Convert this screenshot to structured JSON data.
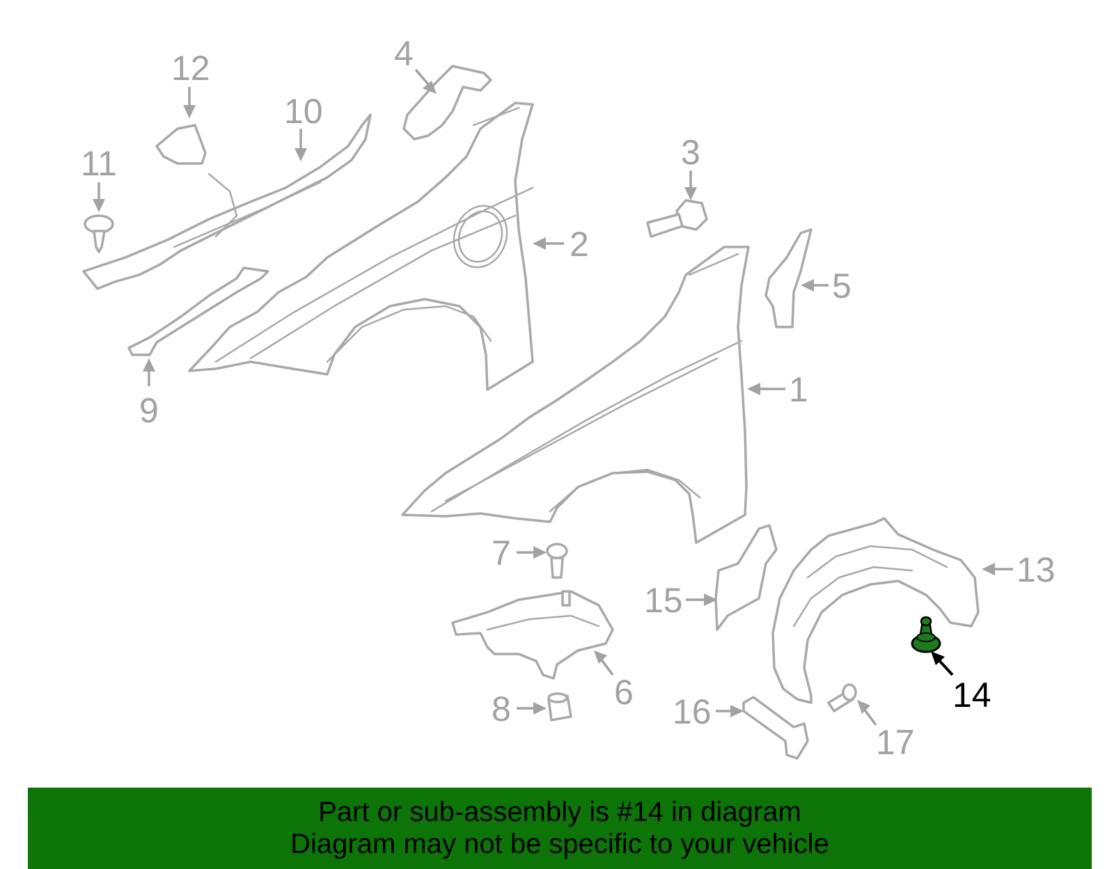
{
  "diagram": {
    "callouts": [
      "1",
      "2",
      "3",
      "4",
      "5",
      "6",
      "7",
      "8",
      "9",
      "10",
      "11",
      "12",
      "13",
      "14",
      "15",
      "16",
      "17"
    ],
    "highlighted_part": "14",
    "colors": {
      "parts": "#a9a9a9",
      "labels": "#a2a2a2",
      "highlight_fill": "#1e7a1e",
      "banner": "#0d7508"
    }
  },
  "banner": {
    "line1": "Part or sub-assembly is #14 in diagram",
    "line2": "Diagram may not be specific to your vehicle"
  }
}
